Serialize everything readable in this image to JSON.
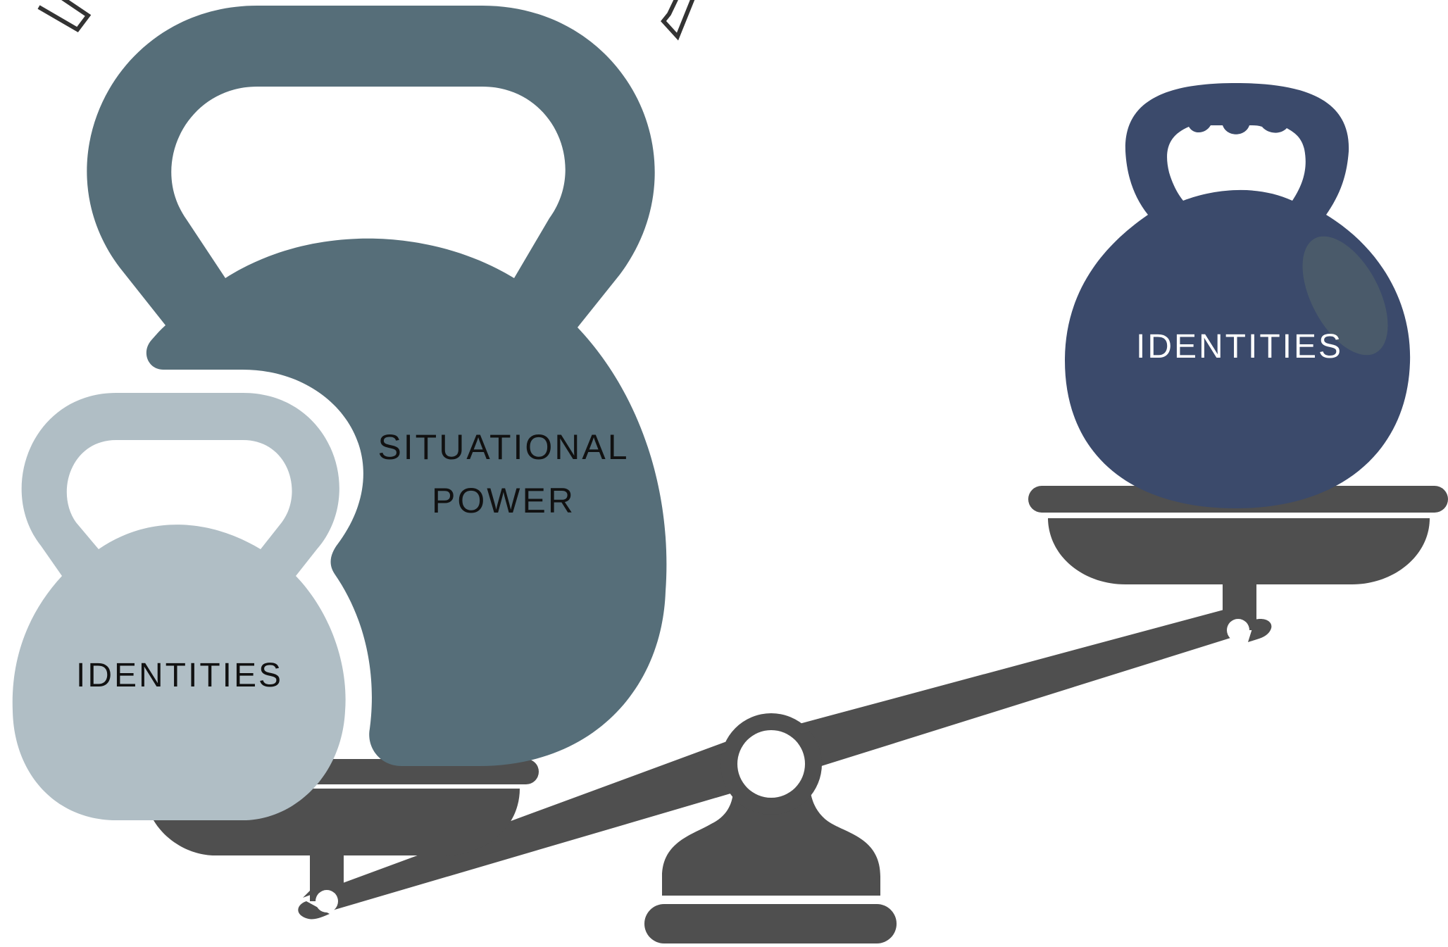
{
  "colors": {
    "background": "#ffffff",
    "scale": "#4f4f4f",
    "pivot_hole": "#ffffff",
    "weight_large": "#566e79",
    "weight_small_left": "#b0bec5",
    "weight_right": "#3b4a6b",
    "weight_right_highlight": "#4a5a6a",
    "decor_stroke": "#333333",
    "label_dark": "#111111",
    "label_light": "#ffffff"
  },
  "icons": {
    "scale": "balance-scale-icon",
    "weight": "kettlebell-icon"
  },
  "diagram": {
    "weights": [
      {
        "id": "large",
        "lines": [
          "SITUATIONAL",
          "POWER"
        ]
      },
      {
        "id": "small_left",
        "lines": [
          "IDENTITIES"
        ]
      },
      {
        "id": "right",
        "lines": [
          "IDENTITIES"
        ]
      }
    ]
  }
}
